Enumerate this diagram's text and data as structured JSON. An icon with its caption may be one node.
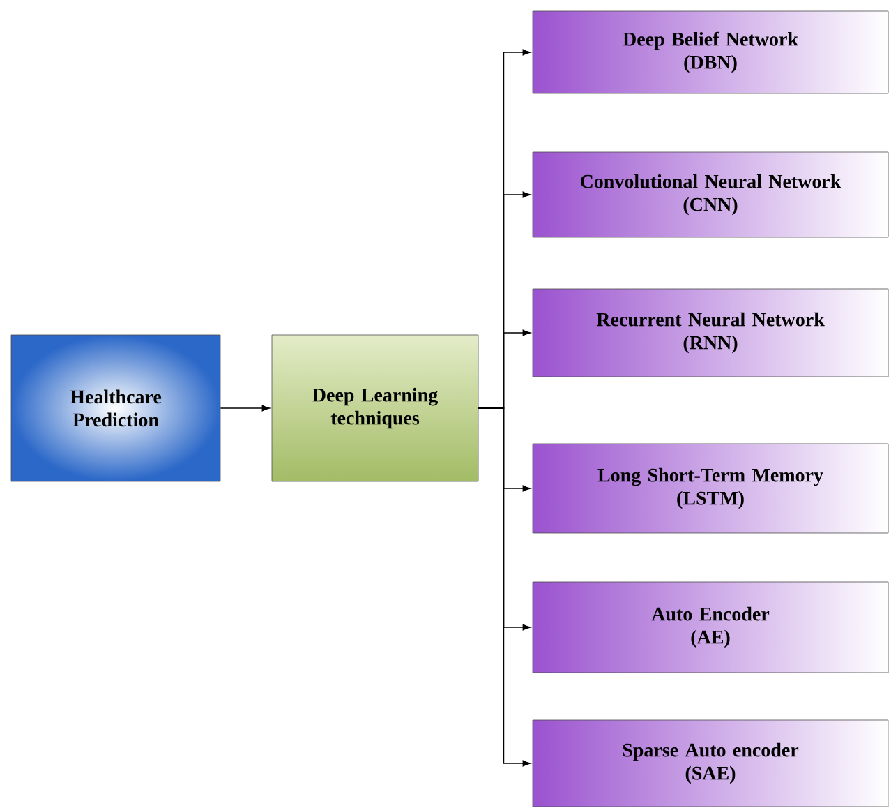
{
  "diagram": {
    "nodes": [
      {
        "text": [
          "Healthcare Prediction"
        ]
      },
      {
        "text": [
          "Deep Learning techniques"
        ]
      },
      {
        "text": [
          "Deep Belief Network",
          "(DBN)"
        ]
      },
      {
        "text": [
          "Convolutional Neural Network",
          "(CNN)"
        ]
      },
      {
        "text": [
          "Recurrent Neural Network",
          "(RNN)"
        ]
      },
      {
        "text": [
          "Long Short-Term Memory",
          "(LSTM)"
        ]
      },
      {
        "text": [
          "Auto Encoder",
          "(AE)"
        ]
      },
      {
        "text": [
          "Sparse Auto encoder",
          "(SAE)"
        ]
      }
    ],
    "edges": [
      {
        "from": 0,
        "to": 1,
        "arrow": "to"
      },
      {
        "from": 1,
        "to": 2,
        "arrow": "to"
      },
      {
        "from": 1,
        "to": 3,
        "arrow": "to"
      },
      {
        "from": 1,
        "to": 4,
        "arrow": "to"
      },
      {
        "from": 1,
        "to": 5,
        "arrow": "to"
      },
      {
        "from": 1,
        "to": 6,
        "arrow": "to"
      },
      {
        "from": 1,
        "to": 7,
        "arrow": "to"
      }
    ]
  }
}
